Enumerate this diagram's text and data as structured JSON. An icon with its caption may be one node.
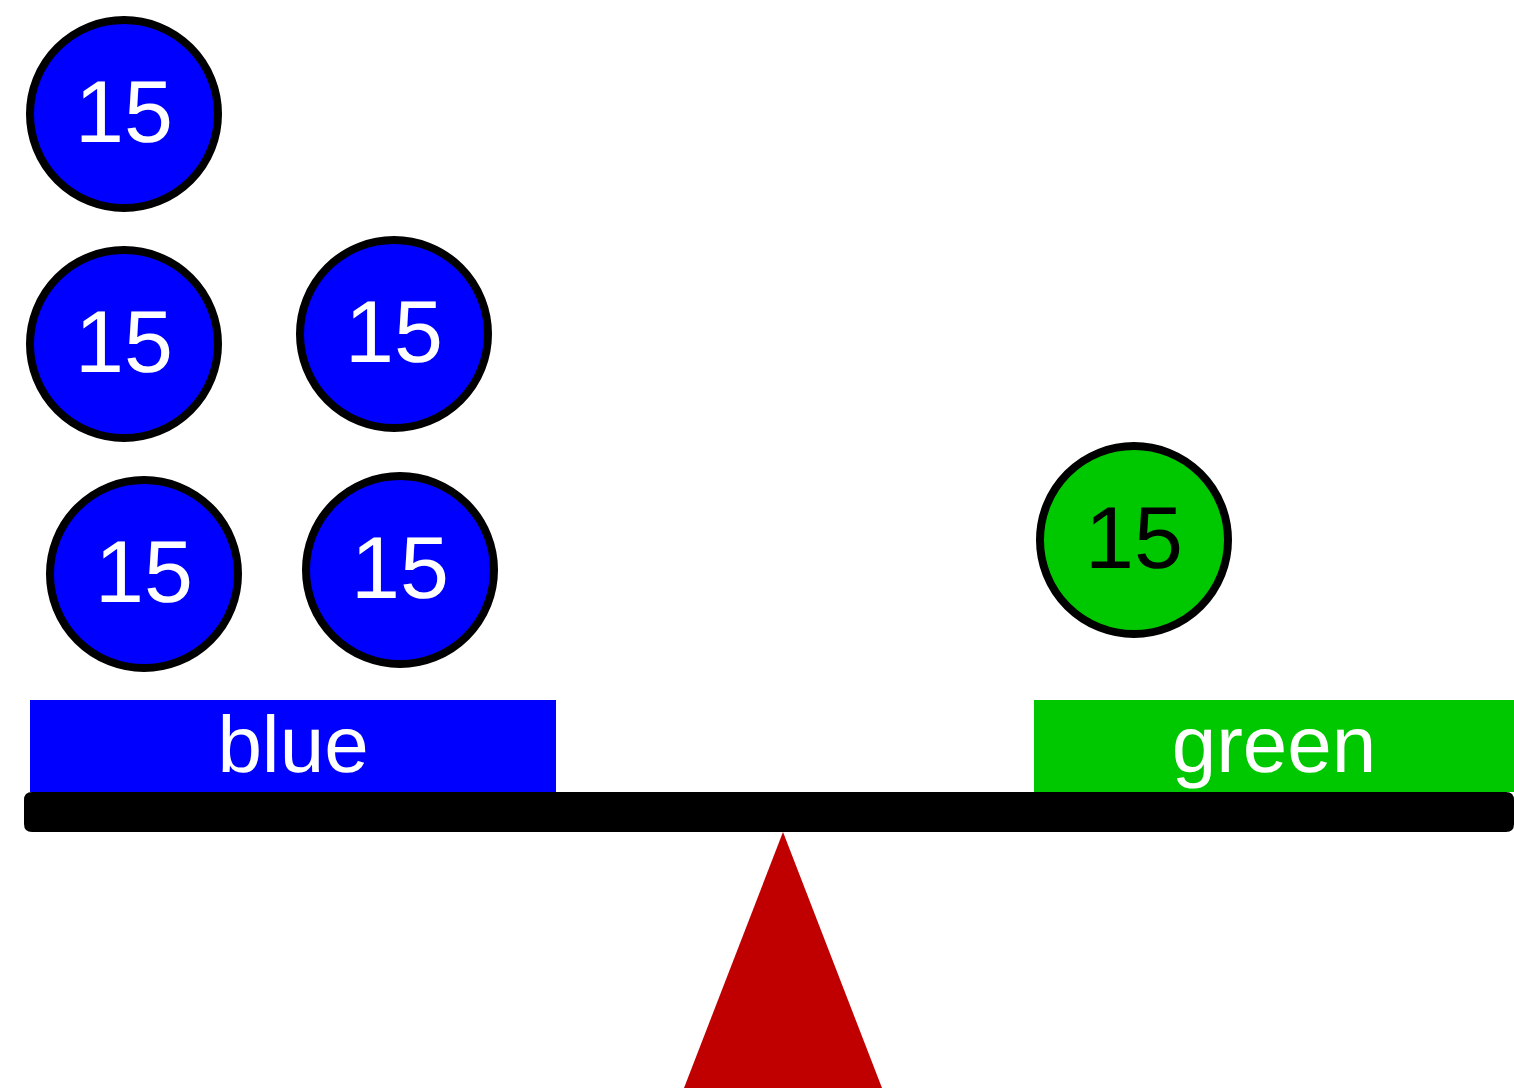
{
  "diagram": {
    "nodes": [
      {
        "text": [
          "15"
        ]
      },
      {
        "text": [
          "15"
        ]
      },
      {
        "text": [
          "15"
        ]
      },
      {
        "text": [
          "15"
        ]
      },
      {
        "text": [
          "15"
        ]
      },
      {
        "text": [
          "15"
        ]
      },
      {
        "text": [
          "blue"
        ]
      },
      {
        "text": [
          "green"
        ]
      },
      {
        "text": [],
        "shape": "bar"
      },
      {
        "text": [],
        "shape": "triangle"
      }
    ]
  }
}
